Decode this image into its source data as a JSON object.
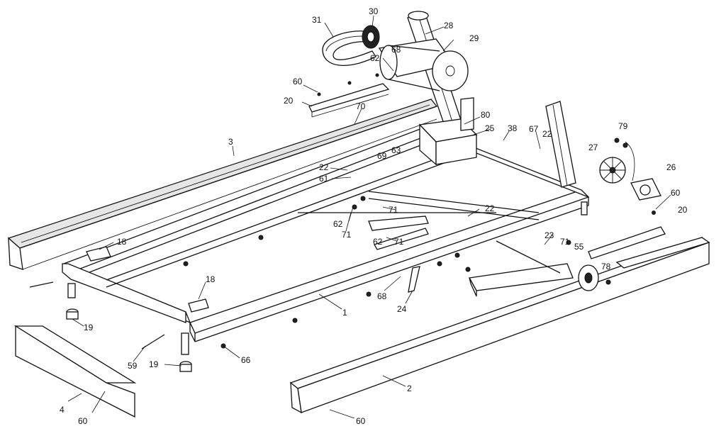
{
  "diagram": {
    "callouts": [
      "31",
      "30",
      "28",
      "29",
      "68",
      "62",
      "60",
      "20",
      "70",
      "3",
      "80",
      "25",
      "38",
      "67",
      "22",
      "79",
      "27",
      "26",
      "22",
      "69",
      "63",
      "61",
      "60",
      "22",
      "20",
      "71",
      "62",
      "71",
      "18",
      "62",
      "71",
      "23",
      "71",
      "55",
      "78",
      "18",
      "68",
      "24",
      "1",
      "19",
      "59",
      "66",
      "19",
      "2",
      "4",
      "60",
      "60"
    ],
    "colors": {
      "ink": "#111111",
      "paper": "#ffffff",
      "shade": "#e6e6e6"
    }
  }
}
